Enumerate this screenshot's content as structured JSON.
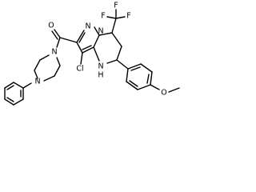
{
  "molecule": {
    "labels": {
      "carbonyl_oxygen": "O",
      "piperazine_n_upper": "N",
      "piperazine_n_lower": "N",
      "pyrazole_n1": "N",
      "pyrazole_n2": "N",
      "cf3_f_top": "F",
      "cf3_f_left": "F",
      "cf3_f_right": "F",
      "amine_nh": "N",
      "amine_h": "H",
      "chloro": "Cl",
      "methoxy_o": "O"
    }
  }
}
